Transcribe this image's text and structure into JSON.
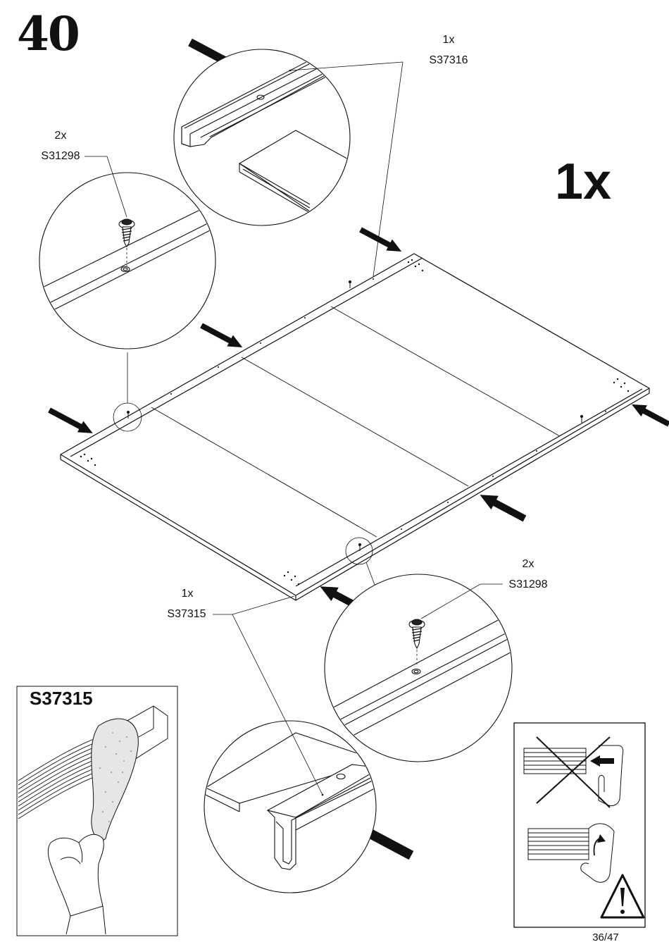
{
  "step": {
    "number": "40",
    "quantity": "1x"
  },
  "callouts": {
    "top_rail": {
      "qty": "1x",
      "part": "S37316"
    },
    "screw_left": {
      "qty": "2x",
      "part": "S31298"
    },
    "screw_right": {
      "qty": "2x",
      "part": "S31298"
    },
    "bottom_rail": {
      "qty": "1x",
      "part": "S37315"
    }
  },
  "inset": {
    "title": "S37315"
  },
  "footer": {
    "page": "36/47"
  }
}
